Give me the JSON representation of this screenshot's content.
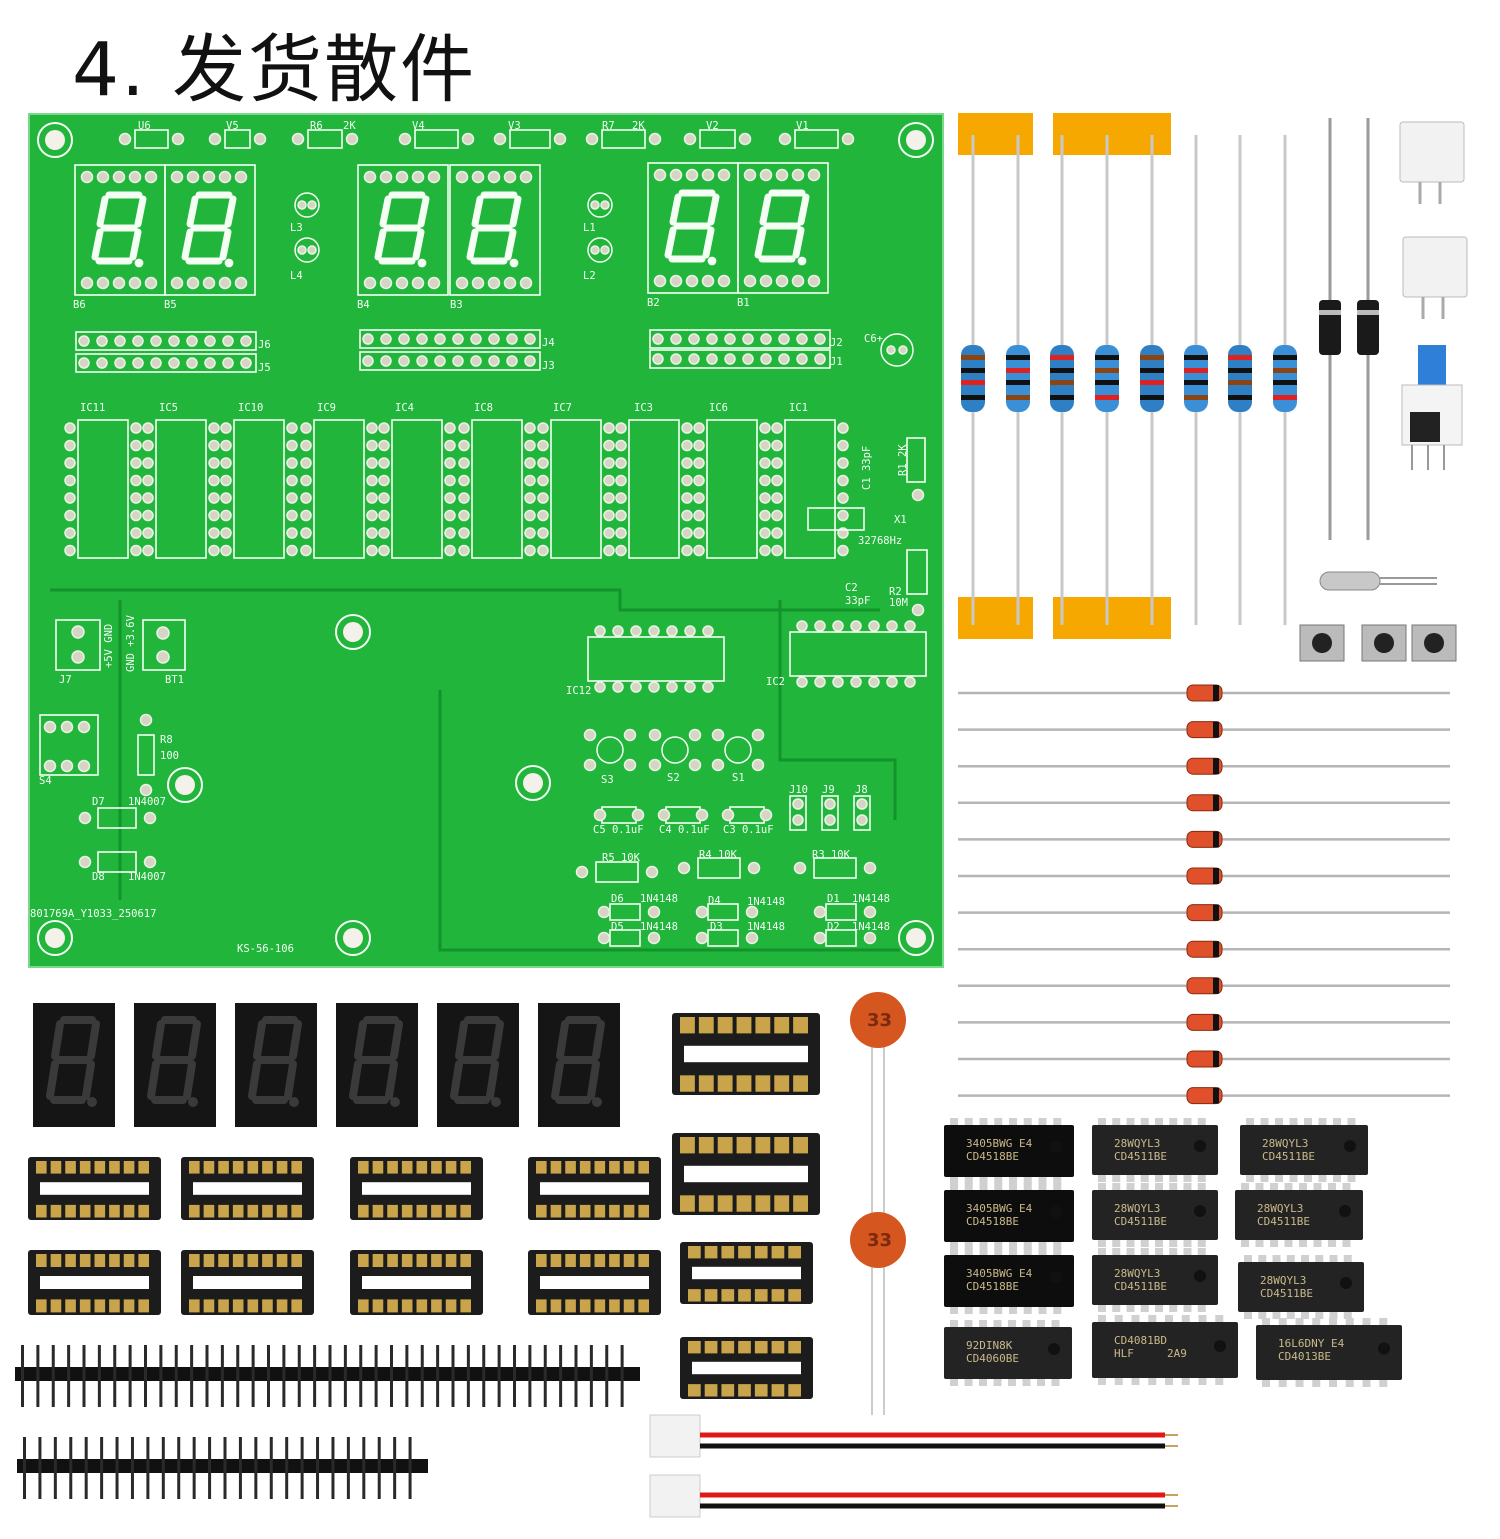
{
  "title": "4. 发货散件",
  "colors": {
    "pcb_green": "#21b53c",
    "silkscreen": "#f4fff4",
    "pad": "#d8d4c4",
    "tape_orange": "#f7a800",
    "resistor_blue": "#3b8fd6",
    "ceramic_cap": "#d5561e",
    "wire_red": "#e01818",
    "wire_black": "#111111"
  },
  "pcb": {
    "labels": [
      "U6",
      "V5",
      "R6",
      "2K",
      "V4",
      "V3",
      "R7",
      "2K",
      "V2",
      "V1",
      "L3",
      "L4",
      "L1",
      "L2",
      "B6",
      "B5",
      "B4",
      "B3",
      "B2",
      "B1",
      "J6",
      "J5",
      "J4",
      "J3",
      "J2",
      "J1",
      "C6+",
      "IC11",
      "IC5",
      "IC10",
      "IC9",
      "IC4",
      "IC8",
      "IC7",
      "IC3",
      "IC6",
      "IC1",
      "X1",
      "32768Hz",
      "C2",
      "33pF",
      "R2",
      "10M",
      "J7",
      "BT1",
      "S4",
      "R8",
      "100",
      "D7",
      "1N4007",
      "D8",
      "1N4007",
      "801769A_Y1033_250617",
      "KS-56-106",
      "IC12",
      "IC2",
      "S3",
      "S2",
      "S1",
      "J10",
      "J9",
      "J8",
      "C5 0.1uF",
      "C4 0.1uF",
      "C3 0.1uF",
      "R5  10K",
      "R4  10K",
      "R3  10K",
      "D6",
      "1N4148",
      "D4",
      "1N4148",
      "D1",
      "1N4148",
      "D5",
      "1N4148",
      "D3",
      "1N4148",
      "D2",
      "1N4148"
    ],
    "rotated_labels": [
      "C1 33pF",
      "R1 2K",
      "+5V GND",
      "GND +3.6V"
    ]
  },
  "ic_chips": [
    {
      "line1": "3405BWG E4",
      "line2": "CD4518BE"
    },
    {
      "line1": "28WQYL3",
      "line2": "CD4511BE"
    },
    {
      "line1": "28WQYL3",
      "line2": "CD4511BE"
    },
    {
      "line1": "3405BWG E4",
      "line2": "CD4518BE"
    },
    {
      "line1": "28WQYL3",
      "line2": "CD4511BE"
    },
    {
      "line1": "28WQYL3",
      "line2": "CD4511BE"
    },
    {
      "line1": "3405BWG E4",
      "line2": "CD4518BE"
    },
    {
      "line1": "28WQYL3",
      "line2": "CD4511BE"
    },
    {
      "line1": "28WQYL3",
      "line2": "CD4511BE"
    },
    {
      "line1": "92DIN8K",
      "line2": "CD4060BE"
    },
    {
      "line1": "CD4081BD",
      "line2": "HLF     2A9"
    },
    {
      "line1": "16L6DNY E4",
      "line2": "CD4013BE"
    }
  ],
  "ceramic_caps": [
    {
      "value": "33"
    },
    {
      "value": "33"
    }
  ]
}
